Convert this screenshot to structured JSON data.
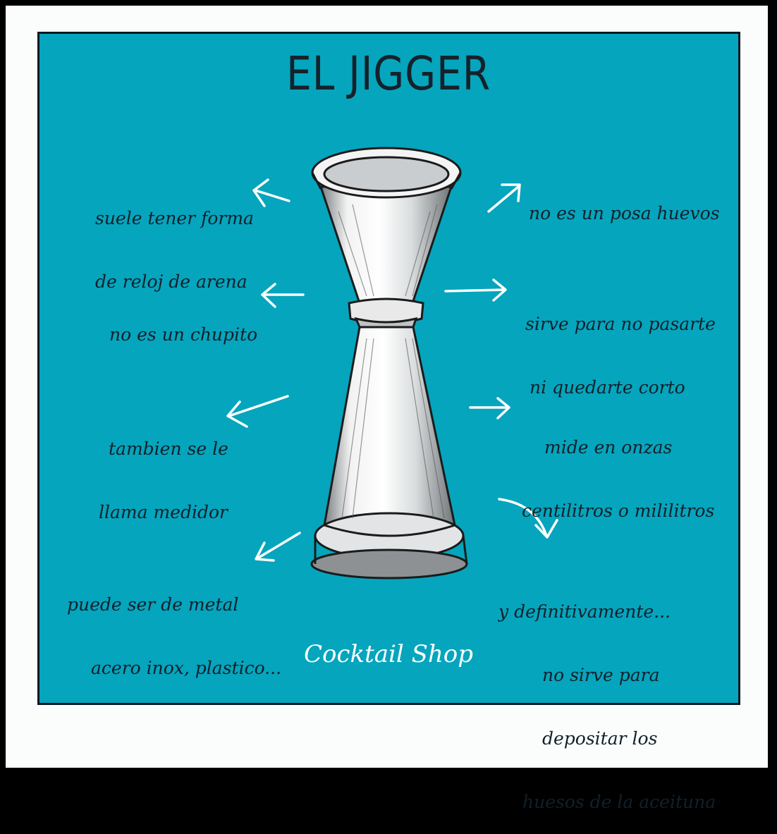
{
  "title": "EL JIGGER",
  "brand": "Cocktail Shop",
  "notes": {
    "hourglass": [
      "suele tener forma",
      "de reloj de arena"
    ],
    "not_shot": [
      "no es un chupito"
    ],
    "measurer": [
      "tambien se le",
      "llama medidor"
    ],
    "material": [
      "puede ser de metal",
      "acero inox, plastico..."
    ],
    "not_egg_cup": [
      "no es un posa huevos"
    ],
    "not_overpour": [
      "sirve para no pasarte",
      "ni quedarte corto"
    ],
    "units": [
      "mide en onzas",
      "centilitros o mililitros"
    ],
    "olive": [
      "y definitivamente...",
      "no sirve para",
      "depositar los",
      "huesos de la aceituna"
    ]
  },
  "colors": {
    "background": "#05a5bd",
    "text": "#10202a",
    "arrow": "#ffffff",
    "frame": "#000000"
  },
  "icons": {
    "illustration": "jigger-illustration",
    "arrows": "hand-drawn-arrow"
  }
}
